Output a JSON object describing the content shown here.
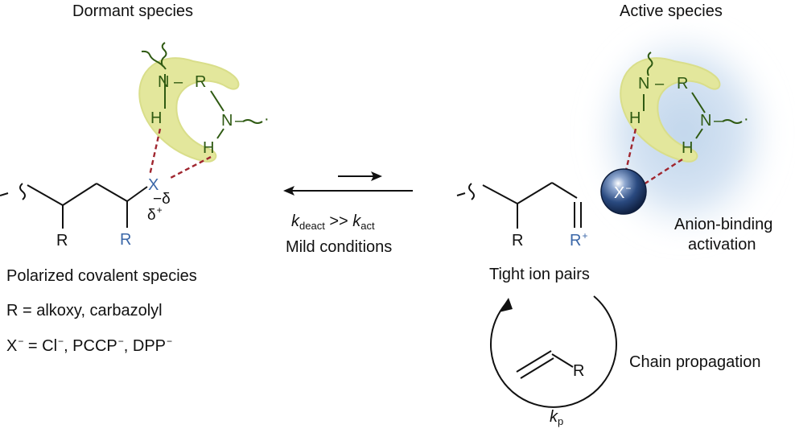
{
  "dormant": {
    "title": "Dormant species",
    "desc": "Polarized covalent species",
    "r_def": "R = alkoxy, carbazolyl",
    "x_def": {
      "lhs": "X",
      "lhs_sup": "−",
      "eq": " = Cl",
      "cl_sup": "−",
      "pccp": ", PCCP",
      "pccp_sup": "−",
      "dpp": ", DPP",
      "dpp_sup": "−"
    },
    "delta_minus": "−δ",
    "delta_plus_symbol": "δ",
    "delta_plus_sup": "+"
  },
  "active": {
    "title": "Active species",
    "activation_line1": "Anion-binding",
    "activation_line2": "activation",
    "anion_label": "X",
    "anion_sup": "−"
  },
  "equilibrium": {
    "k_deact_symbol": "k",
    "k_deact_sub": "deact",
    "relation": " >> ",
    "k_act_symbol": "k",
    "k_act_sub": "act",
    "conditions": "Mild conditions"
  },
  "ion_pair": {
    "label": "Tight ion pairs",
    "plus": "+"
  },
  "propagation": {
    "label": "Chain propagation",
    "kp_symbol": "k",
    "kp_sub": "p"
  },
  "atoms": {
    "N": "N",
    "H": "H",
    "R": "R",
    "X": "X",
    "dash": "–",
    "dot": "·"
  },
  "colors": {
    "catalyst_fill": "#e3e79c",
    "catalyst_text": "#2f5a12",
    "hbond": "#a0262f",
    "anion_ball": "#1f3a66",
    "glow": "#bcd2ea",
    "blue_atom": "#3b67a8",
    "bond": "#111111"
  }
}
